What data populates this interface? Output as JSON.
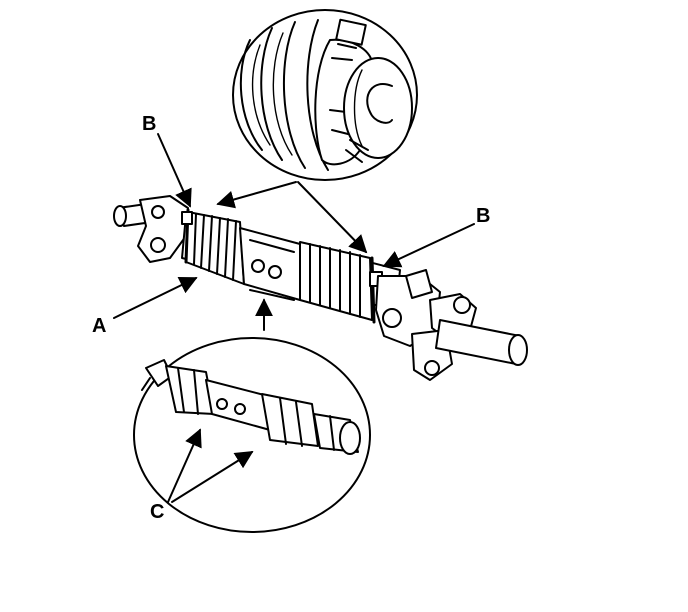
{
  "callouts": {
    "a": "A",
    "b_left": "B",
    "b_right": "B",
    "c": "C"
  },
  "colors": {
    "ink": "#000000",
    "paper": "#ffffff"
  }
}
